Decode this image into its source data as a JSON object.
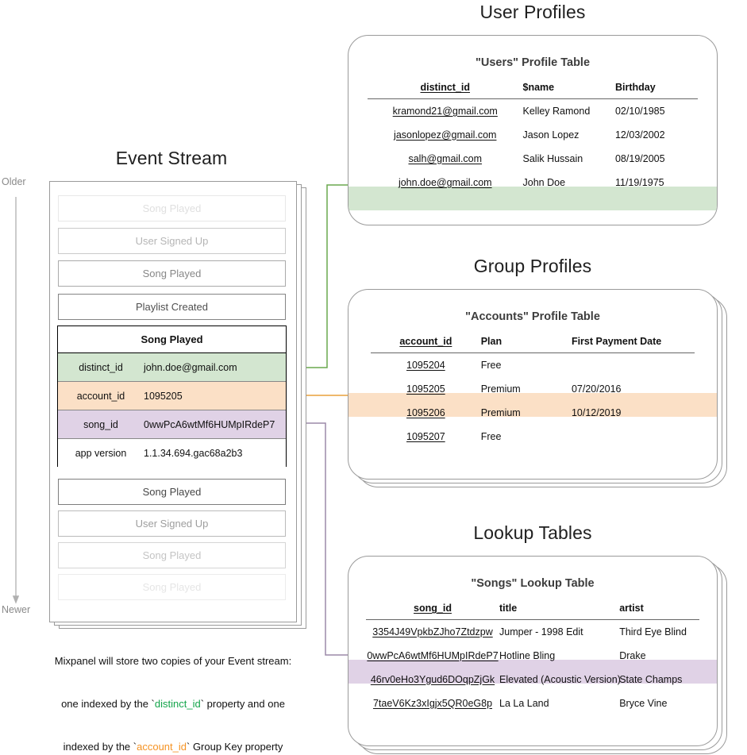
{
  "event_stream": {
    "title": "Event Stream",
    "axis": {
      "older": "Older",
      "newer": "Newer"
    },
    "events_above": [
      {
        "label": "Song Played",
        "opacity": 0.16
      },
      {
        "label": "User Signed Up",
        "opacity": 0.38
      },
      {
        "label": "Song Played",
        "opacity": 0.62
      },
      {
        "label": "Playlist Created",
        "opacity": 0.9
      }
    ],
    "events_below": [
      {
        "label": "Song Played",
        "opacity": 0.95
      },
      {
        "label": "User Signed Up",
        "opacity": 0.5
      },
      {
        "label": "Song Played",
        "opacity": 0.3
      },
      {
        "label": "Song Played",
        "opacity": 0.13
      }
    ],
    "expanded_event": {
      "name": "Song Played",
      "properties": [
        {
          "key": "distinct_id",
          "value": "john.doe@gmail.com",
          "highlight": "green"
        },
        {
          "key": "account_id",
          "value": "1095205",
          "highlight": "orange"
        },
        {
          "key": "song_id",
          "value": "0wwPcA6wtMf6HUMpIRdeP7",
          "highlight": "purple"
        },
        {
          "key": "app version",
          "value": "1.1.34.694.gac68a2b3",
          "highlight": "none"
        }
      ]
    },
    "caption": {
      "line1": "Mixpanel will store two copies of your Event stream:",
      "line2_a": "one indexed by the `",
      "line2_token": "distinct_id",
      "line2_b": "` property and one",
      "line3_a": "indexed by the `",
      "line3_token": "account_id",
      "line3_b": "` Group Key property"
    }
  },
  "user_profiles": {
    "section_title": "User Profiles",
    "table_title": "\"Users\" Profile Table",
    "columns": [
      "distinct_id",
      "$name",
      "Birthday"
    ],
    "rows": [
      {
        "cells": [
          "kramond21@gmail.com",
          "Kelley Ramond",
          "02/10/1985"
        ],
        "highlight": "none"
      },
      {
        "cells": [
          "jasonlopez@gmail.com",
          "Jason Lopez",
          "12/03/2002"
        ],
        "highlight": "none"
      },
      {
        "cells": [
          "salh@gmail.com",
          "Salik Hussain",
          "08/19/2005"
        ],
        "highlight": "none"
      },
      {
        "cells": [
          "john.doe@gmail.com",
          "John Doe",
          "11/19/1975"
        ],
        "highlight": "green"
      }
    ]
  },
  "group_profiles": {
    "section_title": "Group Profiles",
    "table_title": "\"Accounts\" Profile Table",
    "columns": [
      "account_id",
      "Plan",
      "First Payment Date"
    ],
    "rows": [
      {
        "cells": [
          "1095204",
          "Free",
          ""
        ],
        "highlight": "none"
      },
      {
        "cells": [
          "1095205",
          "Premium",
          "07/20/2016"
        ],
        "highlight": "orange"
      },
      {
        "cells": [
          "1095206",
          "Premium",
          "10/12/2019"
        ],
        "highlight": "none"
      },
      {
        "cells": [
          "1095207",
          "Free",
          ""
        ],
        "highlight": "none"
      }
    ]
  },
  "lookup_tables": {
    "section_title": "Lookup Tables",
    "table_title": "\"Songs\" Lookup Table",
    "columns": [
      "song_id",
      "title",
      "artist"
    ],
    "rows": [
      {
        "cells": [
          "3354J49VpkbZJho7Ztdzpw",
          "Jumper - 1998 Edit",
          "Third Eye Blind"
        ],
        "highlight": "none"
      },
      {
        "cells": [
          "0wwPcA6wtMf6HUMpIRdeP7",
          "Hotline Bling",
          "Drake"
        ],
        "highlight": "purple"
      },
      {
        "cells": [
          "46rv0eHo3Ygud6DOqpZjGk",
          "Elevated (Acoustic Version)",
          "State Champs"
        ],
        "highlight": "none"
      },
      {
        "cells": [
          "7taeV6Kz3xIgjx5QR0eG8p",
          "La La Land",
          "Bryce Vine"
        ],
        "highlight": "none"
      }
    ]
  },
  "colors": {
    "green_fill": "#d3e6d0",
    "orange_fill": "#fbe0c6",
    "purple_fill": "#e0d2e6",
    "green_line": "#6aa84f",
    "orange_line": "#e8a13c",
    "purple_line": "#9c8aa8",
    "border_gray": "#9a9a9a",
    "axis_gray": "#b0b0b0"
  }
}
